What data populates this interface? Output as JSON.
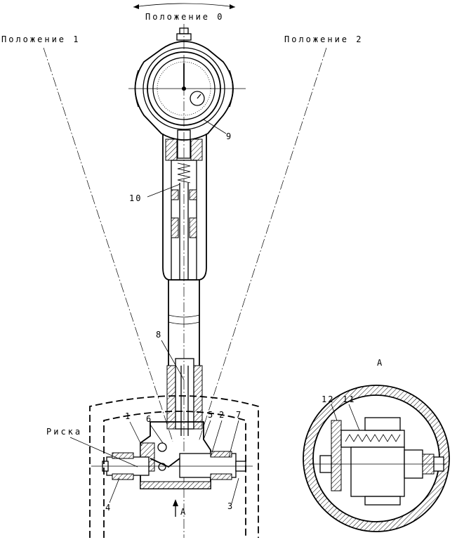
{
  "labels": {
    "position_0": "Положение 0",
    "position_1": "Положение 1",
    "position_2": "Положение 2",
    "risk_mark": "Риска",
    "view_a_title": "А",
    "arrow_a": "А"
  },
  "callouts": {
    "n1": "1",
    "n2": "2",
    "n3": "3",
    "n4": "4",
    "n5": "5",
    "n6": "6",
    "n7": "7",
    "n8": "8",
    "n9": "9",
    "n10": "10",
    "n11": "11",
    "n12": "12"
  }
}
